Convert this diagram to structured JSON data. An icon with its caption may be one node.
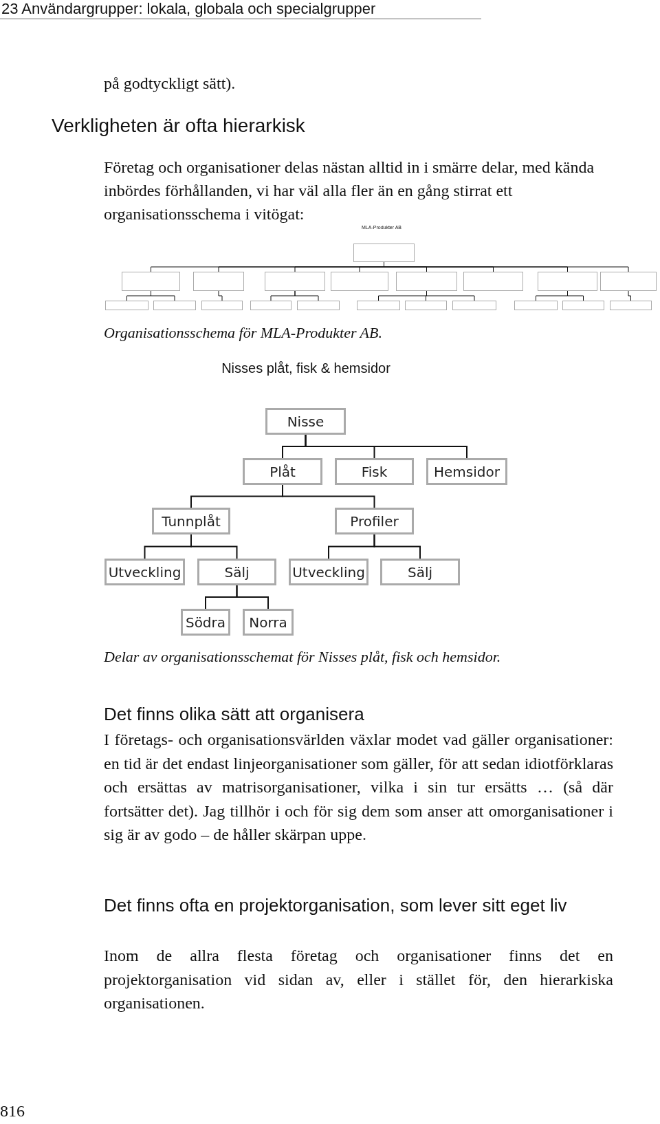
{
  "diagram": {
    "nodes": [
      {
        "text": [],
        "shape": "box"
      },
      {
        "text": [],
        "shape": "box"
      },
      {
        "text": [],
        "shape": "box"
      },
      {
        "text": [],
        "shape": "box"
      },
      {
        "text": [],
        "shape": "box"
      },
      {
        "text": [],
        "shape": "box"
      },
      {
        "text": [],
        "shape": "box"
      },
      {
        "text": [],
        "shape": "box"
      },
      {
        "text": [],
        "shape": "box"
      },
      {
        "text": [],
        "shape": "box"
      },
      {
        "text": [],
        "shape": "box"
      },
      {
        "text": [],
        "shape": "box"
      },
      {
        "text": [],
        "shape": "box"
      },
      {
        "text": [],
        "shape": "box"
      },
      {
        "text": [],
        "shape": "box"
      },
      {
        "text": [],
        "shape": "box"
      },
      {
        "text": [],
        "shape": "box"
      },
      {
        "text": [],
        "shape": "box"
      },
      {
        "text": [],
        "shape": "box"
      },
      {
        "text": [],
        "shape": "box"
      },
      {
        "text": [
          "Nisse"
        ]
      },
      {
        "text": [
          "Plåt"
        ]
      },
      {
        "text": [
          "Fisk"
        ]
      },
      {
        "text": [
          "Hemsidor"
        ]
      },
      {
        "text": [
          "Tunnplåt"
        ]
      },
      {
        "text": [
          "Profiler"
        ]
      },
      {
        "text": [
          "Utveckling"
        ]
      },
      {
        "text": [
          "Sälj"
        ]
      },
      {
        "text": [
          "Utveckling"
        ]
      },
      {
        "text": [
          "Sälj"
        ]
      },
      {
        "text": [
          "Södra"
        ]
      },
      {
        "text": [
          "Norra"
        ]
      }
    ],
    "edges": [
      {
        "from": 0,
        "to": 1,
        "arrow": "none"
      },
      {
        "from": 0,
        "to": 2,
        "arrow": "none"
      },
      {
        "from": 0,
        "to": 3,
        "arrow": "none"
      },
      {
        "from": 0,
        "to": 4,
        "arrow": "none"
      },
      {
        "from": 0,
        "to": 5,
        "arrow": "none"
      },
      {
        "from": 0,
        "to": 6,
        "arrow": "none"
      },
      {
        "from": 0,
        "to": 7,
        "arrow": "none"
      },
      {
        "from": 0,
        "to": 8,
        "arrow": "none"
      },
      {
        "from": 1,
        "to": 9,
        "arrow": "none"
      },
      {
        "from": 1,
        "to": 10,
        "arrow": "none"
      },
      {
        "from": 2,
        "to": 11,
        "arrow": "none"
      },
      {
        "from": 3,
        "to": 12,
        "arrow": "none"
      },
      {
        "from": 3,
        "to": 13,
        "arrow": "none"
      },
      {
        "from": 5,
        "to": 14,
        "arrow": "none"
      },
      {
        "from": 5,
        "to": 15,
        "arrow": "none"
      },
      {
        "from": 5,
        "to": 16,
        "arrow": "none"
      },
      {
        "from": 7,
        "to": 17,
        "arrow": "none"
      },
      {
        "from": 7,
        "to": 18,
        "arrow": "none"
      },
      {
        "from": 8,
        "to": 19,
        "arrow": "none"
      },
      {
        "from": 20,
        "to": 21,
        "arrow": "none"
      },
      {
        "from": 20,
        "to": 22,
        "arrow": "none"
      },
      {
        "from": 20,
        "to": 23,
        "arrow": "none"
      },
      {
        "from": 21,
        "to": 24,
        "arrow": "none"
      },
      {
        "from": 21,
        "to": 25,
        "arrow": "none"
      },
      {
        "from": 24,
        "to": 26,
        "arrow": "none"
      },
      {
        "from": 24,
        "to": 27,
        "arrow": "none"
      },
      {
        "from": 25,
        "to": 28,
        "arrow": "none"
      },
      {
        "from": 25,
        "to": 29,
        "arrow": "none"
      },
      {
        "from": 27,
        "to": 30,
        "arrow": "none"
      },
      {
        "from": 27,
        "to": 31,
        "arrow": "none"
      }
    ],
    "labels": [
      "23 Användargrupper: lokala, globala och specialgrupper",
      "på godtyckligt sätt).",
      "Verkligheten är ofta hierarkisk",
      "Företag och organisationer delas nästan alltid in i smärre delar, med kända inbördes förhållanden, vi har väl alla fler än en gång stirrat ett organisationsschema i vitögat:",
      "MLA-Produkter AB",
      "Organisationsschema för MLA-Produkter AB.",
      "Nisses plåt, fisk & hemsidor",
      "Delar av organisationsschemat för Nisses plåt, fisk och hemsidor.",
      "Det finns olika sätt att organisera",
      "I företags- och organisationsvärlden växlar modet vad gäller organisationer: en tid är det endast linjeorganisationer som gäller, för att sedan idiotförklaras och ersättas av matrisorganisationer, vilka i sin tur ersätts … (så där fortsätter det). Jag tillhör i och för sig dem som anser att omorganisationer i sig är av godo – de håller skärpan uppe.",
      "Det finns ofta en projektorganisation, som lever sitt eget liv",
      "Inom de allra flesta företag och organisationer finns det en projektorganisation vid sidan av, eller i stället för, den hierarkiska organisationen.",
      "816"
    ]
  }
}
